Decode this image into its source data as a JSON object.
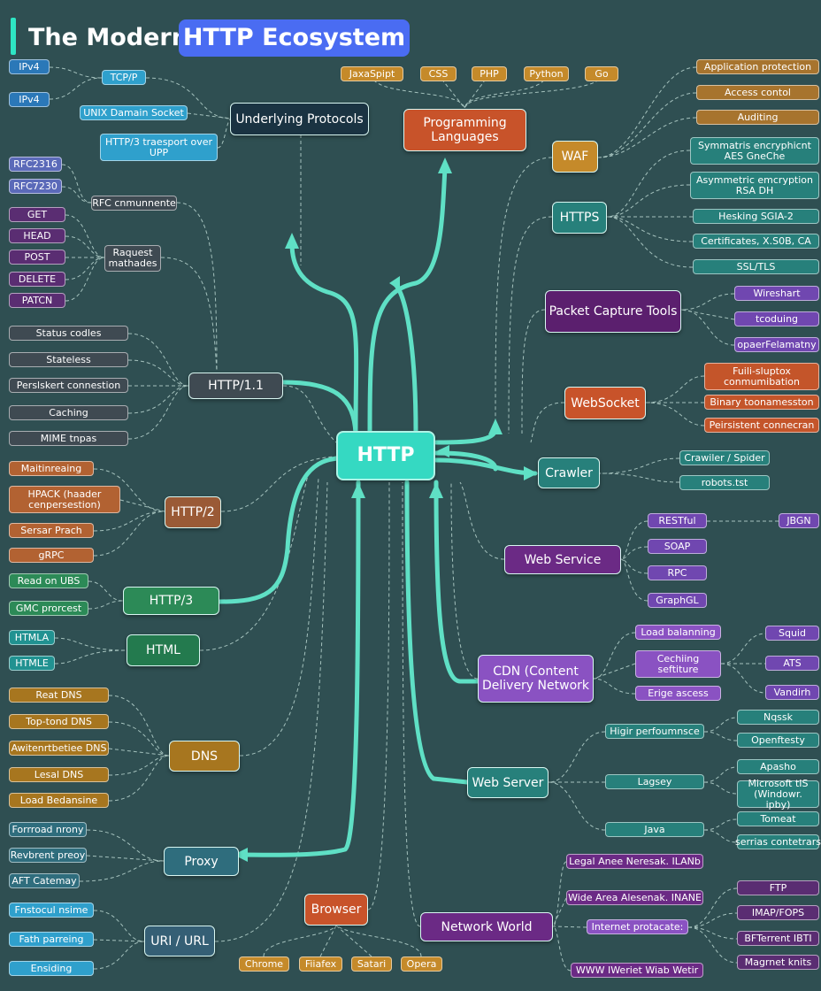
{
  "title": {
    "prefix": "The Modern",
    "highlight": "HTTP Ecosystem"
  },
  "center": "HTTP",
  "hubs": {
    "underlying": "Underlying Protocols",
    "programming": "Programming Languages",
    "waf": "WAF",
    "https": "HTTPS",
    "packet": "Packet Capture Tools",
    "websocket": "WebSocket",
    "crawler": "Crawler",
    "webservice": "Web Service",
    "cdn": "CDN (Content Delivery Network",
    "webserver": "Web Server",
    "network": "Network World",
    "browser": "Browser",
    "uri": "URI / URL",
    "proxy": "Proxy",
    "dns": "DNS",
    "html": "HTML",
    "http3": "HTTP/3",
    "http2": "HTTP/2",
    "http11": "HTTP/1.1",
    "request": "Raquest mathades",
    "rfc": "RFC cnmunnente"
  },
  "leaves": {
    "ipv4_a": "IPv4",
    "ipv4_b": "IPv4",
    "tcpip": "TCP/P",
    "unix": "UNIX Damain Socket",
    "http3t": "HTTP/3 traesport over UPP",
    "rfc2316": "RFC2316",
    "rfc7230": "RFC7230",
    "get": "GET",
    "head": "HEAD",
    "post": "POST",
    "delete": "DELETE",
    "patch": "PATCN",
    "status": "Status codles",
    "stateless": "Stateless",
    "persist": "Perslskert connestion",
    "caching": "Caching",
    "mime": "MIME tnpas",
    "multi": "Maitinreaing",
    "hpack": "HPACK (haader cenpersestion)",
    "push": "Sersar Prach",
    "grpc": "gRPC",
    "udp": "Read on UBS",
    "quic": "GMC prorcest",
    "html4": "HTMLA",
    "html5": "HTMLE",
    "root": "Reat DNS",
    "tld": "Top-tond DNS",
    "auth": "Awitenrtbetiee DNS",
    "local": "Lesal DNS",
    "lb": "Load Bedansine",
    "fwd": "Forrroad nrony",
    "rev": "Revbrent preoy",
    "api": "AFT Catemay",
    "proto": "Fnstocul nsime",
    "path": "Fath parreing",
    "enc": "Ensiding",
    "chrome": "Chrome",
    "firefox": "Fiiafex",
    "safari": "Satari",
    "opera": "Opera",
    "js": "JaxaSpipt",
    "css": "CSS",
    "php": "PHP",
    "python": "Python",
    "go": "Go",
    "appprot": "Application protection",
    "access": "Access contol",
    "audit": "Auditing",
    "sym": "Symmatris encryphicnt AES GneChe",
    "asym": "Asymmetric emcryption RSA  DH",
    "hash": "Hesking SGIA-2",
    "cert": "Certificates, X.S0B, CA",
    "ssl": "SSL/TLS",
    "wire": "Wireshart",
    "tcpdump": "tcoduing",
    "other": "opaerFelamatny",
    "full": "Fuili-sluptox conmumibation",
    "binary": "Binary toonamesston",
    "pconn": "Peirsistent connecran",
    "spider": "Crawiler / Spider",
    "robots": "robots.tst",
    "rest": "RESTful",
    "soap": "SOAP",
    "rpc": "RPC",
    "graphql": "GraphGL",
    "json": "JBGN",
    "lbal": "Load balanning",
    "csoft": "Cechiing seftiture",
    "edge": "Erige ascess",
    "squid": "Squid",
    "ats": "ATS",
    "varnish": "Vandirh",
    "highperf": "Higir perfoumnsce",
    "legacy": "Lagsey",
    "java": "Java",
    "nginx": "Nqssk",
    "openresty": "Openftesty",
    "apache": "Apasho",
    "iis": "Microsoft tIS (Windowr. ipby)",
    "tomcat": "Tomeat",
    "servlet": "serrias contetrars",
    "lan": "Legal Anee Neresak. ILANb",
    "wan": "Wide Area Alesenak. INANE",
    "inet": "Internet protacate:",
    "www": "WWW IWeriet Wiab Wetir",
    "ftp": "FTP",
    "imap": "IMAP/FOPS",
    "bt": "BFTerrent IBTI",
    "magnet": "Magrnet knits"
  }
}
